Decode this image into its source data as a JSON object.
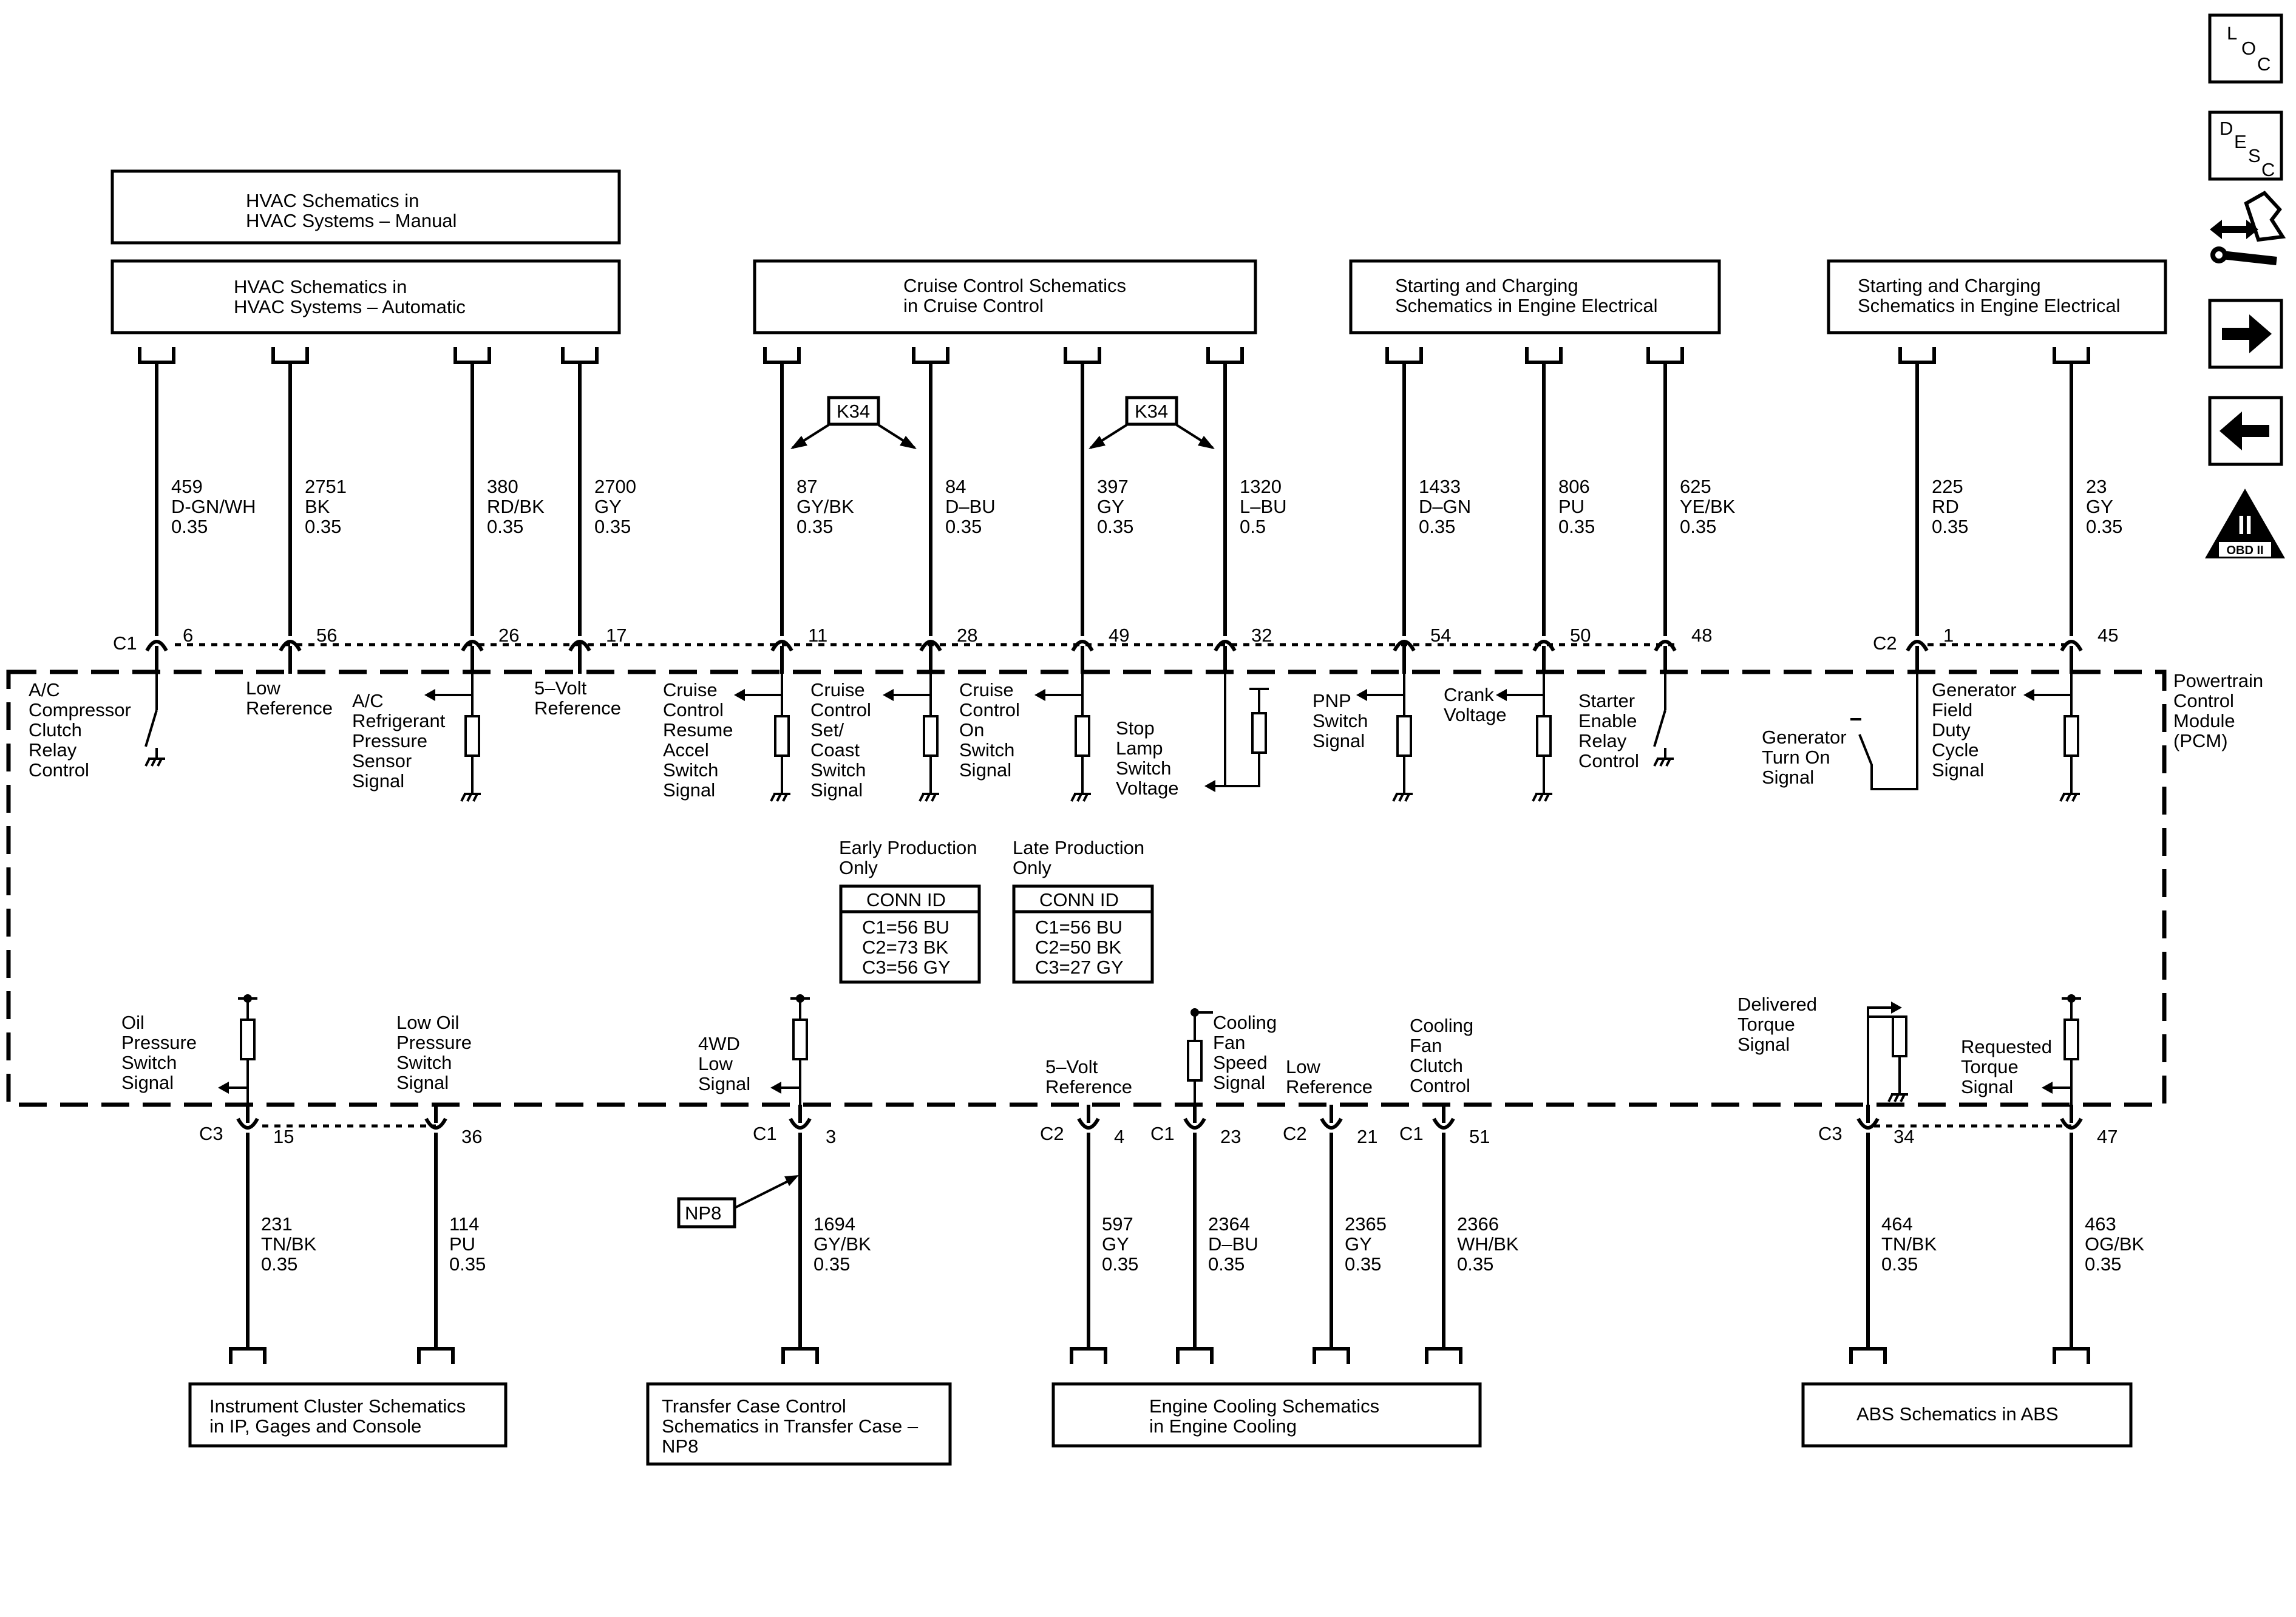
{
  "nav": {
    "loc": [
      "L",
      "O",
      "C"
    ],
    "desc": [
      "D",
      "E",
      "S",
      "C"
    ],
    "obd": {
      "numeral": "II",
      "label": "OBD II"
    }
  },
  "boxes": {
    "hvac_manual": [
      "HVAC Schematics in",
      "HVAC Systems – Manual"
    ],
    "hvac_auto": [
      "HVAC Schematics in",
      "HVAC Systems – Automatic"
    ],
    "cruise": [
      "Cruise Control Schematics",
      "in Cruise Control"
    ],
    "start1": [
      "Starting and Charging",
      "Schematics in Engine Electrical"
    ],
    "start2": [
      "Starting and Charging",
      "Schematics in Engine Electrical"
    ],
    "instrument": [
      "Instrument Cluster Schematics",
      "in IP, Gages and Console"
    ],
    "transfer": [
      "Transfer Case Control",
      "Schematics in Transfer Case –",
      "NP8"
    ],
    "cooling": [
      "Engine Cooling Schematics",
      "in Engine Cooling"
    ],
    "abs": [
      "ABS Schematics in ABS"
    ]
  },
  "options": {
    "k34": "K34",
    "np8": "NP8"
  },
  "connectors": {
    "c1": "C1",
    "c2": "C2",
    "c3": "C3"
  },
  "module": [
    "Powertrain",
    "Control",
    "Module",
    "(PCM)"
  ],
  "top_circuits": [
    {
      "pin": "6",
      "wire": [
        "459",
        "D-GN/WH",
        "0.35"
      ],
      "label": [
        "A/C",
        "Compressor",
        "Clutch",
        "Relay",
        "Control"
      ]
    },
    {
      "pin": "56",
      "wire": [
        "2751",
        "BK",
        "0.35"
      ],
      "label": [
        "Low",
        "Reference"
      ]
    },
    {
      "pin": "26",
      "wire": [
        "380",
        "RD/BK",
        "0.35"
      ],
      "label": [
        "A/C",
        "Refrigerant",
        "Pressure",
        "Sensor",
        "Signal"
      ]
    },
    {
      "pin": "17",
      "wire": [
        "2700",
        "GY",
        "0.35"
      ],
      "label": [
        "5–Volt",
        "Reference"
      ]
    },
    {
      "pin": "11",
      "wire": [
        "87",
        "GY/BK",
        "0.35"
      ],
      "label": [
        "Cruise",
        "Control",
        "Resume",
        "Accel",
        "Switch",
        "Signal"
      ]
    },
    {
      "pin": "28",
      "wire": [
        "84",
        "D–BU",
        "0.35"
      ],
      "label": [
        "Cruise",
        "Control",
        "Set/",
        "Coast",
        "Switch",
        "Signal"
      ]
    },
    {
      "pin": "49",
      "wire": [
        "397",
        "GY",
        "0.35"
      ],
      "label": [
        "Cruise",
        "Control",
        "On",
        "Switch",
        "Signal"
      ]
    },
    {
      "pin": "32",
      "wire": [
        "1320",
        "L–BU",
        "0.5"
      ],
      "label": [
        "Stop",
        "Lamp",
        "Switch",
        "Voltage"
      ]
    },
    {
      "pin": "54",
      "wire": [
        "1433",
        "D–GN",
        "0.35"
      ],
      "label": [
        "PNP",
        "Switch",
        "Signal"
      ]
    },
    {
      "pin": "50",
      "wire": [
        "806",
        "PU",
        "0.35"
      ],
      "label": [
        "Crank",
        "Voltage"
      ]
    },
    {
      "pin": "48",
      "wire": [
        "625",
        "YE/BK",
        "0.35"
      ],
      "label": [
        "Starter",
        "Enable",
        "Relay",
        "Control"
      ]
    },
    {
      "pin": "1",
      "wire": [
        "225",
        "RD",
        "0.35"
      ],
      "label": [
        "Generator",
        "Turn On",
        "Signal"
      ]
    },
    {
      "pin": "45",
      "wire": [
        "23",
        "GY",
        "0.35"
      ],
      "label": [
        "Generator",
        "Field",
        "Duty",
        "Cycle",
        "Signal"
      ]
    }
  ],
  "bottom_circuits": [
    {
      "pin": "15",
      "wire": [
        "231",
        "TN/BK",
        "0.35"
      ],
      "label": [
        "Oil",
        "Pressure",
        "Switch",
        "Signal"
      ]
    },
    {
      "pin": "36",
      "wire": [
        "114",
        "PU",
        "0.35"
      ],
      "label": [
        "Low Oil",
        "Pressure",
        "Switch",
        "Signal"
      ]
    },
    {
      "pin": "3",
      "wire": [
        "1694",
        "GY/BK",
        "0.35"
      ],
      "label": [
        "4WD",
        "Low",
        "Signal"
      ]
    },
    {
      "pin": "4",
      "wire": [
        "597",
        "GY",
        "0.35"
      ],
      "label": [
        "5–Volt",
        "Reference"
      ]
    },
    {
      "pin": "23",
      "wire": [
        "2364",
        "D–BU",
        "0.35"
      ],
      "label": [
        "Cooling",
        "Fan",
        "Speed",
        "Signal"
      ]
    },
    {
      "pin": "21",
      "wire": [
        "2365",
        "GY",
        "0.35"
      ],
      "label": [
        "Low",
        "Reference"
      ]
    },
    {
      "pin": "51",
      "wire": [
        "2366",
        "WH/BK",
        "0.35"
      ],
      "label": [
        "Cooling",
        "Fan",
        "Clutch",
        "Control"
      ]
    },
    {
      "pin": "34",
      "wire": [
        "464",
        "TN/BK",
        "0.35"
      ],
      "label": [
        "Delivered",
        "Torque",
        "Signal"
      ]
    },
    {
      "pin": "47",
      "wire": [
        "463",
        "OG/BK",
        "0.35"
      ],
      "label": [
        "Requested",
        "Torque",
        "Signal"
      ]
    }
  ],
  "conn_tables": [
    {
      "note": [
        "Early Production",
        "Only"
      ],
      "header": "CONN ID",
      "rows": [
        "C1=56 BU",
        "C2=73 BK",
        "C3=56 GY"
      ]
    },
    {
      "note": [
        "Late Production",
        "Only"
      ],
      "header": "CONN ID",
      "rows": [
        "C1=56 BU",
        "C2=50 BK",
        "C3=27 GY"
      ]
    }
  ]
}
